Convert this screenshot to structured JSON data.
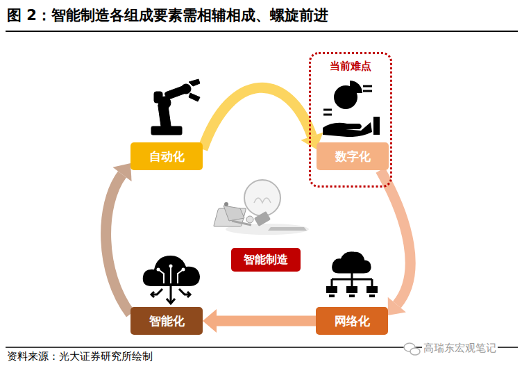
{
  "diagram": {
    "title": "图 2：智能制造各组成要素需相辅相成、螺旋前进",
    "nodes": [
      {
        "text": [
          "自动化"
        ]
      },
      {
        "text": [
          "当前难点"
        ]
      },
      {
        "text": [
          "数字化"
        ],
        "in": 1
      },
      {
        "text": [
          "智能制造"
        ]
      },
      {
        "text": [
          "智能化"
        ]
      },
      {
        "text": [
          "网络化"
        ]
      }
    ],
    "edges": [
      {
        "from": 0,
        "to": 2,
        "arrow": "to"
      },
      {
        "from": 2,
        "to": 5,
        "arrow": "to"
      },
      {
        "from": 5,
        "to": 4,
        "arrow": "to"
      },
      {
        "from": 4,
        "to": 0,
        "arrow": "to"
      }
    ],
    "labels": [
      "资料来源：光大证券研究所绘制",
      "高瑞东宏观笔记"
    ]
  }
}
